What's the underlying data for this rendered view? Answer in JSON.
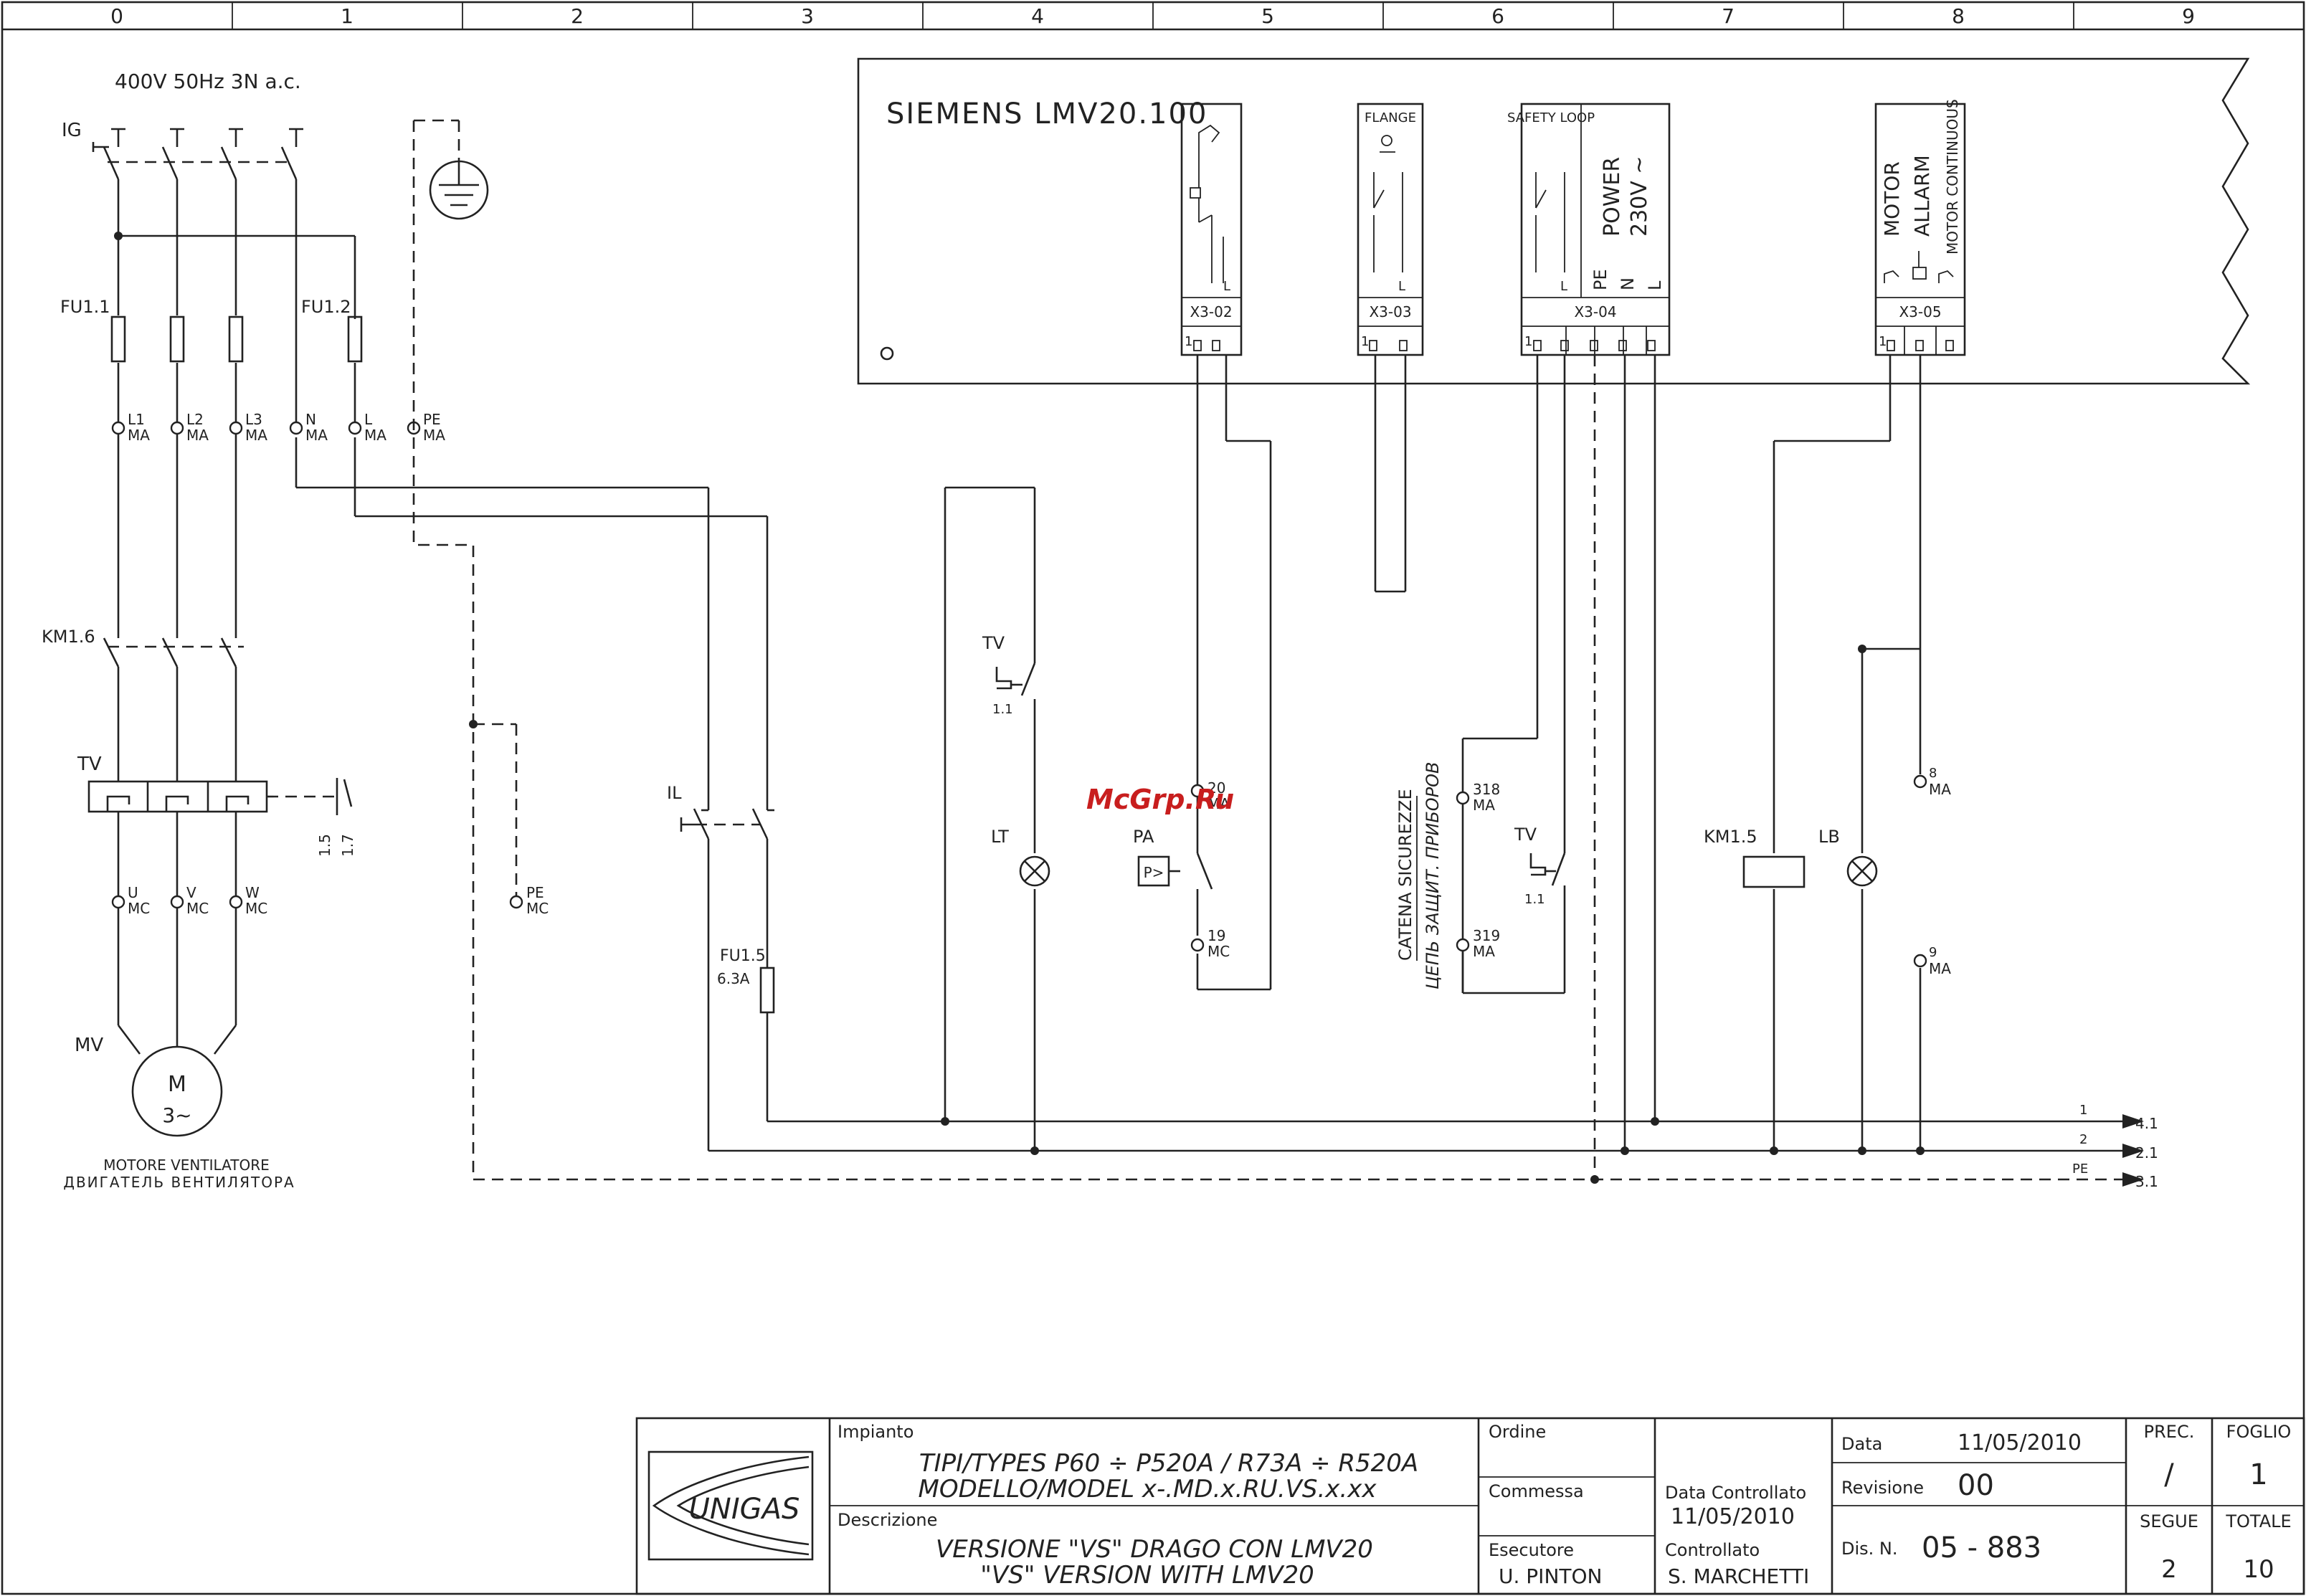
{
  "grid": {
    "columns": [
      "0",
      "1",
      "2",
      "3",
      "4",
      "5",
      "6",
      "7",
      "8",
      "9"
    ]
  },
  "supply": {
    "label": "400V 50Hz 3N a.c."
  },
  "device": {
    "controller": "SIEMENS LMV20.100",
    "flange_label": "FLANGE",
    "safety_loop_label": "SAFETY LOOP",
    "power_label": "POWER",
    "power_voltage": "230V ~",
    "pe_label": "PE",
    "n_label": "N",
    "l_label": "L",
    "motor_label": "MOTOR",
    "alarm_label": "ALLARM",
    "motor_continuous_label": "MOTOR CONTINUOUS",
    "connectors": [
      "X3-02",
      "X3-03",
      "X3-04",
      "X3-05"
    ],
    "pin_one": "1"
  },
  "components": {
    "ig": "IG",
    "fu11": "FU1.1",
    "fu12": "FU1.2",
    "km16": "KM1.6",
    "tv": "TV",
    "tv_contacts": [
      "1.5",
      "1.7"
    ],
    "mv": "MV",
    "motor_symbol": "M",
    "motor_phase": "3~",
    "motor_caption_it": "MOTORE VENTILATORE",
    "motor_caption_ru": "ДВИГАТЕЛЬ ВЕНТИЛЯТОРА",
    "il": "IL",
    "fu15": "FU1.5",
    "fu15_rating": "6.3A",
    "lt": "LT",
    "pa": "PA",
    "pa_symbol": "P>",
    "ref_11": "1.1",
    "km15": "KM1.5",
    "lb": "LB",
    "safety_chain_it": "CATENA SICUREZZE",
    "safety_chain_ru": "ЦЕПЬ ЗАЩИТ. ПРИБОРОВ"
  },
  "terminals": {
    "ma": "MA",
    "mc": "MC",
    "l1": "L1",
    "l2": "L2",
    "l3": "L3",
    "n": "N",
    "l": "L",
    "pe": "PE",
    "u": "U",
    "v": "V",
    "w": "W",
    "t20": "20",
    "t19": "19",
    "t318": "318",
    "t319": "319",
    "t8": "8",
    "t9": "9"
  },
  "buses": [
    {
      "wire": "1",
      "ref": "4.1"
    },
    {
      "wire": "2",
      "ref": "2.1"
    },
    {
      "wire": "PE",
      "ref": "3.1"
    }
  ],
  "watermark": "McGrp.Ru",
  "title_block": {
    "logo": "UNIGAS",
    "impianto_label": "Impianto",
    "types_line": "TIPI/TYPES P60 ÷ P520A / R73A ÷ R520A",
    "model_line": "MODELLO/MODEL x-.MD.x.RU.VS.x.xx",
    "descrizione_label": "Descrizione",
    "desc_line1": "VERSIONE \"VS\" DRAGO   CON LMV20",
    "desc_line2": "\"VS\" VERSION WITH LMV20",
    "ordine_label": "Ordine",
    "commessa_label": "Commessa",
    "esecutore_label": "Esecutore",
    "esecutore": "U. PINTON",
    "data_controllato_label": "Data Controllato",
    "data_controllato": "11/05/2010",
    "controllato_label": "Controllato",
    "controllato": "S. MARCHETTI",
    "data_label": "Data",
    "data": "11/05/2010",
    "revisione_label": "Revisione",
    "revisione": "00",
    "dis_label": "Dis. N.",
    "dis_number": "05  -  883",
    "prec_label": "PREC.",
    "prec": "/",
    "foglio_label": "FOGLIO",
    "foglio": "1",
    "segue_label": "SEGUE",
    "segue": "2",
    "totale_label": "TOTALE",
    "totale": "10"
  }
}
